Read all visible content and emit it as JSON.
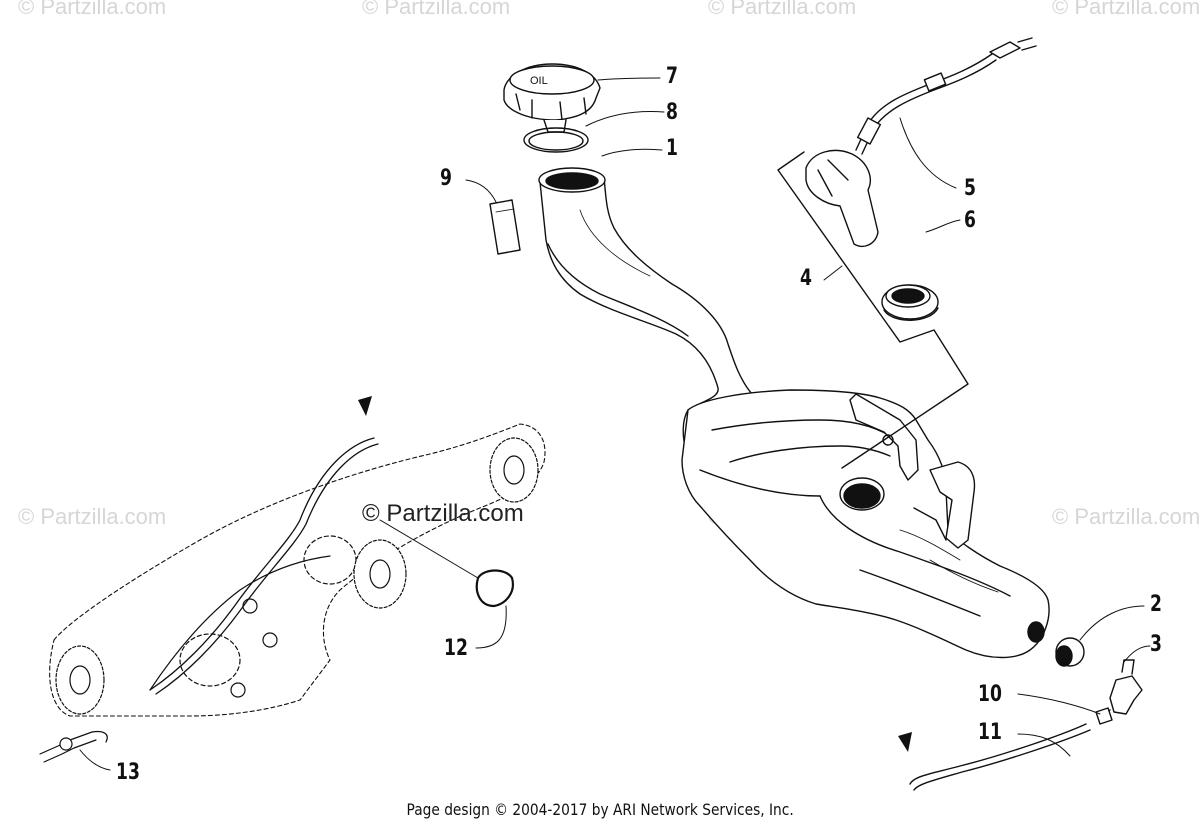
{
  "watermarks": {
    "text": "© Partzilla.com",
    "center_text": "© Partzilla.com"
  },
  "callouts": {
    "c1": "1",
    "c2": "2",
    "c3": "3",
    "c4": "4",
    "c5": "5",
    "c6": "6",
    "c7": "7",
    "c8": "8",
    "c9": "9",
    "c10": "10",
    "c11": "11",
    "c12": "12",
    "c13": "13"
  },
  "footer": {
    "text": "Page design © 2004-2017 by ARI Network Services, Inc."
  }
}
